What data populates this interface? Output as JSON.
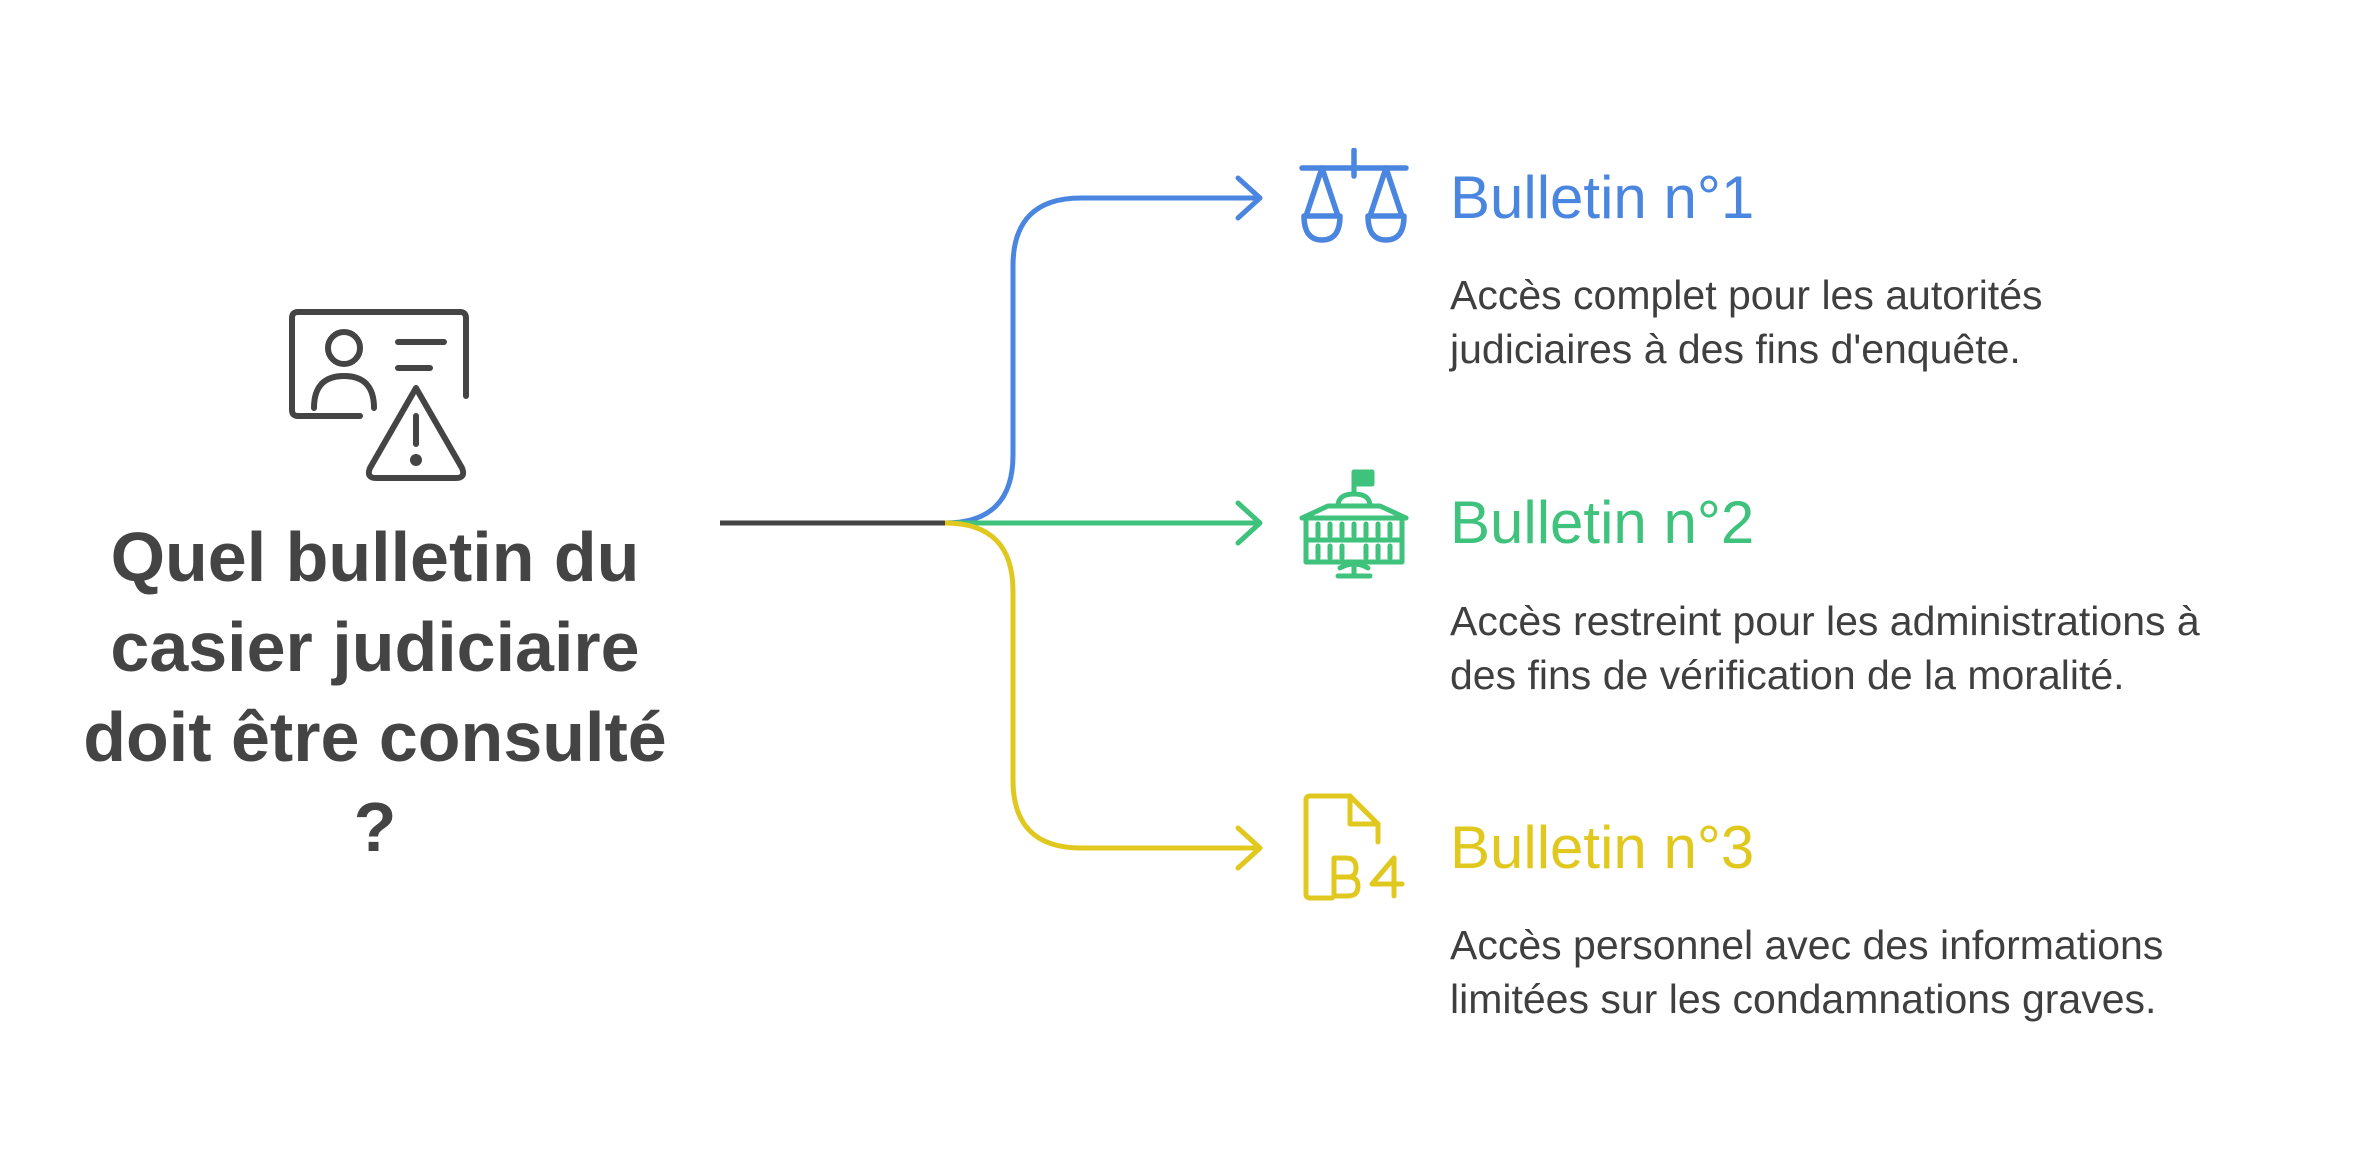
{
  "question": {
    "lines": [
      "Quel bulletin du",
      "casier judiciaire",
      "doit être consulté",
      "?"
    ],
    "icon": "criminal-record-warning-icon",
    "color": "#444444"
  },
  "options": [
    {
      "title": "Bulletin n°1",
      "description_lines": [
        "Accès complet pour les autorités",
        "judiciaires à des fins d'enquête."
      ],
      "color": "#4a86e0",
      "icon": "scales-of-justice-icon"
    },
    {
      "title": "Bulletin n°2",
      "description_lines": [
        "Accès restreint pour les administrations à",
        "des fins de vérification de la moralité."
      ],
      "color": "#3ec27c",
      "icon": "government-building-icon"
    },
    {
      "title": "Bulletin n°3",
      "description_lines": [
        "Accès personnel avec des informations",
        "limitées sur les condamnations graves."
      ],
      "color": "#e0c81e",
      "icon": "document-b4-icon"
    }
  ]
}
